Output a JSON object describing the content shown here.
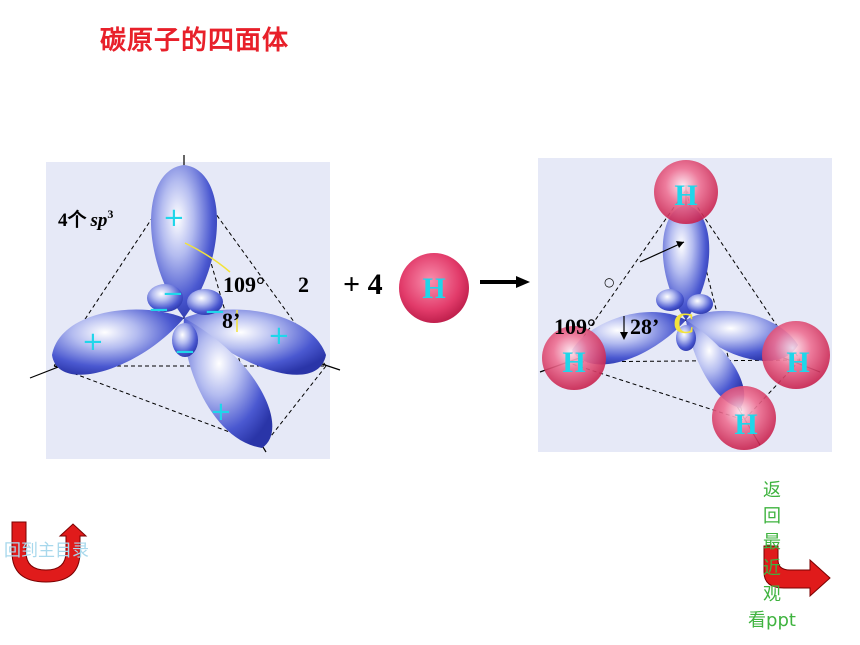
{
  "title": "碳原子的四面体",
  "left": {
    "orbital_label": "4个",
    "orbital_type": "sp",
    "orbital_sup": "3",
    "angle_deg": "109°",
    "angle_min_a": "2",
    "angle_min_b": "8’",
    "plus_sign": "+",
    "minus_sign": "−"
  },
  "middle": {
    "coefficient": "+ 4",
    "hydrogen": "H"
  },
  "right": {
    "hydrogen": "H",
    "carbon": "C",
    "angle_deg": "109°",
    "angle_min": "28’",
    "small_mark": "○"
  },
  "nav": {
    "back_label": "回到主目录",
    "recent_label": [
      "返",
      "回",
      "最",
      "近",
      "观",
      "看ppt"
    ]
  },
  "colors": {
    "title": "#e8202a",
    "lobe_blue": "#3b48c8",
    "sign_cyan": "#1fd6ea",
    "hydrogen_red": "#e23b6a",
    "carbon_yellow": "#f2e23a",
    "nav_arrow_red": "#e01b1b",
    "nav_text_green": "#3fb33f",
    "nav_text_blue": "#a8d8ec"
  }
}
